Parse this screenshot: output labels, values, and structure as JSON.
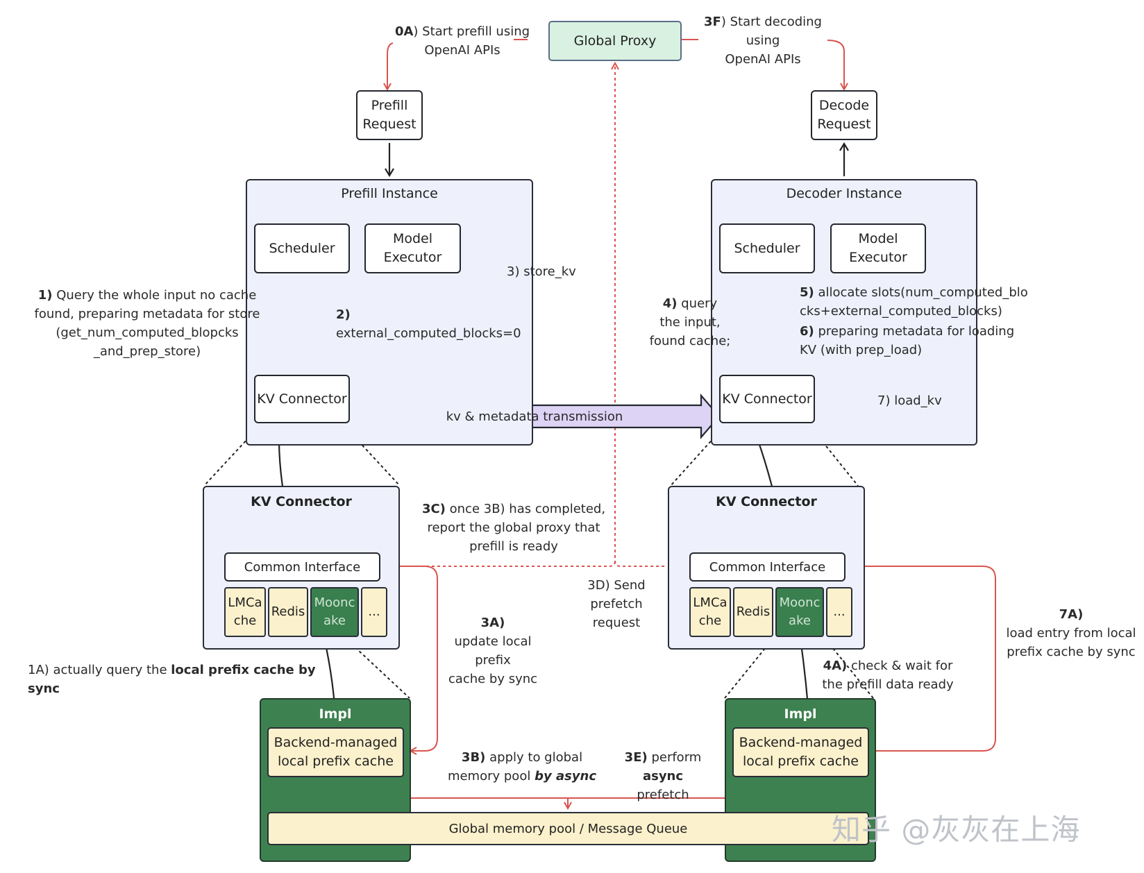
{
  "proxy": {
    "label": "Global Proxy"
  },
  "prefill_request": {
    "line1": "Prefill",
    "line2": "Request"
  },
  "decode_request": {
    "line1": "Decode",
    "line2": "Request"
  },
  "prefill_instance": {
    "title": "Prefill Instance",
    "scheduler": "Scheduler",
    "model_executor_line1": "Model",
    "model_executor_line2": "Executor",
    "kv_connector": "KV Connector"
  },
  "decoder_instance": {
    "title": "Decoder Instance",
    "scheduler": "Scheduler",
    "model_executor_line1": "Model",
    "model_executor_line2": "Executor",
    "kv_connector": "KV Connector"
  },
  "transmission": {
    "label": "kv & metadata transmission"
  },
  "left_kvc": {
    "title": "KV Connector",
    "common_interface": "Common Interface",
    "lmcache_line1": "LMCa",
    "lmcache_line2": "che",
    "redis": "Redis",
    "mooncake_line1": "Moonc",
    "mooncake_line2": "ake",
    "more": "..."
  },
  "right_kvc": {
    "title": "KV Connector",
    "common_interface": "Common Interface",
    "lmcache_line1": "LMCa",
    "lmcache_line2": "che",
    "redis": "Redis",
    "mooncake_line1": "Moonc",
    "mooncake_line2": "ake",
    "more": "..."
  },
  "left_impl": {
    "title": "Impl",
    "cache_line1": "Backend-managed",
    "cache_line2": "local prefix cache"
  },
  "right_impl": {
    "title": "Impl",
    "cache_line1": "Backend-managed",
    "cache_line2": "local prefix cache"
  },
  "global_pool": {
    "label": "Global memory pool / Message Queue"
  },
  "steps": {
    "s0a": {
      "num": "0A",
      "text1": ") Start prefill using",
      "text2": "OpenAI APIs"
    },
    "s3f": {
      "num": "3F",
      "text1": ") Start decoding",
      "text2": "using",
      "text3": "OpenAI APIs"
    },
    "s1": {
      "num": "1)",
      "text1": " Query the whole input no cache",
      "text2": "found, preparing metadata for store",
      "text3": "(get_num_computed_blopcks",
      "text4": "_and_prep_store)"
    },
    "s2": {
      "num": "2)",
      "text1": "external_computed_blocks=0"
    },
    "s3": {
      "text": "3) store_kv"
    },
    "s4": {
      "num": "4)",
      "text1": " query",
      "text2": "the input,",
      "text3": "found cache;"
    },
    "s5": {
      "num": "5)",
      "text1": " allocate slots(num_computed_blo",
      "text2": "cks+external_computed_blocks)"
    },
    "s6": {
      "num": "6)",
      "text1": " preparing metadata for loading",
      "text2": "KV (with prep_load)"
    },
    "s7": {
      "text": "7) load_kv"
    },
    "s3c": {
      "num": "3C)",
      "text1": " once 3B) has completed,",
      "text2": "report the global proxy that",
      "text3": "prefill is ready"
    },
    "s3d": {
      "text1": "3D) Send prefetch",
      "text2": "request"
    },
    "s3a": {
      "num": "3A)",
      "text1": "update local",
      "text2": "prefix",
      "text3": "cache by sync"
    },
    "s1a": {
      "pre": "1A) actually query the ",
      "bold": "local prefix cache by sync"
    },
    "s4a": {
      "num": "4A)",
      "text1": " check & wait for",
      "text2": "the prefill data ready"
    },
    "s7a": {
      "num": "7A)",
      "text1": "load entry from local",
      "text2": "prefix cache by sync"
    },
    "s3b": {
      "num": "3B)",
      "text1": " apply to global",
      "text2": "memory pool ",
      "bold": "by async"
    },
    "s3e": {
      "num": "3E)",
      "text1": " perform ",
      "bold": "async",
      "text2": "prefetch"
    }
  },
  "watermark": {
    "text": "知乎 @灰灰在上海"
  },
  "colors": {
    "red_arrow": "#d9534f",
    "dark": "#23262e",
    "green": "#3e8150",
    "cream": "#fbf1cc",
    "panel": "#eef1fb",
    "purple": "#ddd3f5"
  }
}
